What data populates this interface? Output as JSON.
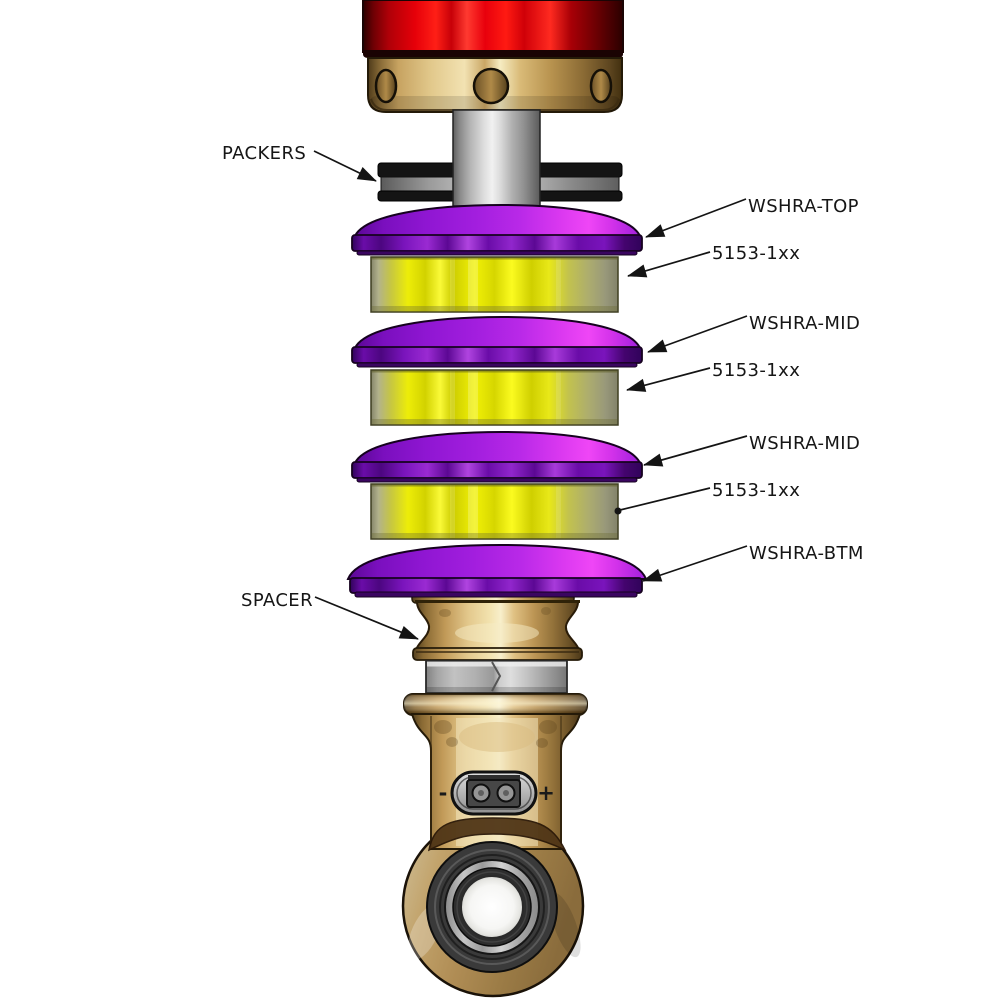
{
  "diagram": {
    "background": "#ffffff",
    "callouts": [
      {
        "id": "packers",
        "text": "PACKERS",
        "side": "left"
      },
      {
        "id": "wshra-top",
        "text": "WSHRA-TOP",
        "side": "right"
      },
      {
        "id": "bumper-1",
        "text": "5153-1xx",
        "side": "right"
      },
      {
        "id": "wshra-mid-1",
        "text": "WSHRA-MID",
        "side": "right"
      },
      {
        "id": "bumper-2",
        "text": "5153-1xx",
        "side": "right"
      },
      {
        "id": "wshra-mid-2",
        "text": "WSHRA-MID",
        "side": "right"
      },
      {
        "id": "bumper-3",
        "text": "5153-1xx",
        "side": "right"
      },
      {
        "id": "wshra-btm",
        "text": "WSHRA-BTM",
        "side": "right"
      },
      {
        "id": "spacer",
        "text": "SPACER",
        "side": "left"
      }
    ],
    "adjuster": {
      "minus": "-",
      "plus": "+"
    },
    "colors": {
      "body_red": "#cf0008",
      "cap_brass": "#c9a765",
      "shaft_gray": "#c6c6c6",
      "packer_black": "#161616",
      "washer_purple": "#9a1bd8",
      "washer_rim_purple": "#5c0894",
      "bumper_yellow": "#dede00",
      "brass": "#b8914f",
      "nut_gray": "#b5b5b5",
      "bearing_dark": "#3a3a3a",
      "leader_line": "#141414"
    }
  }
}
